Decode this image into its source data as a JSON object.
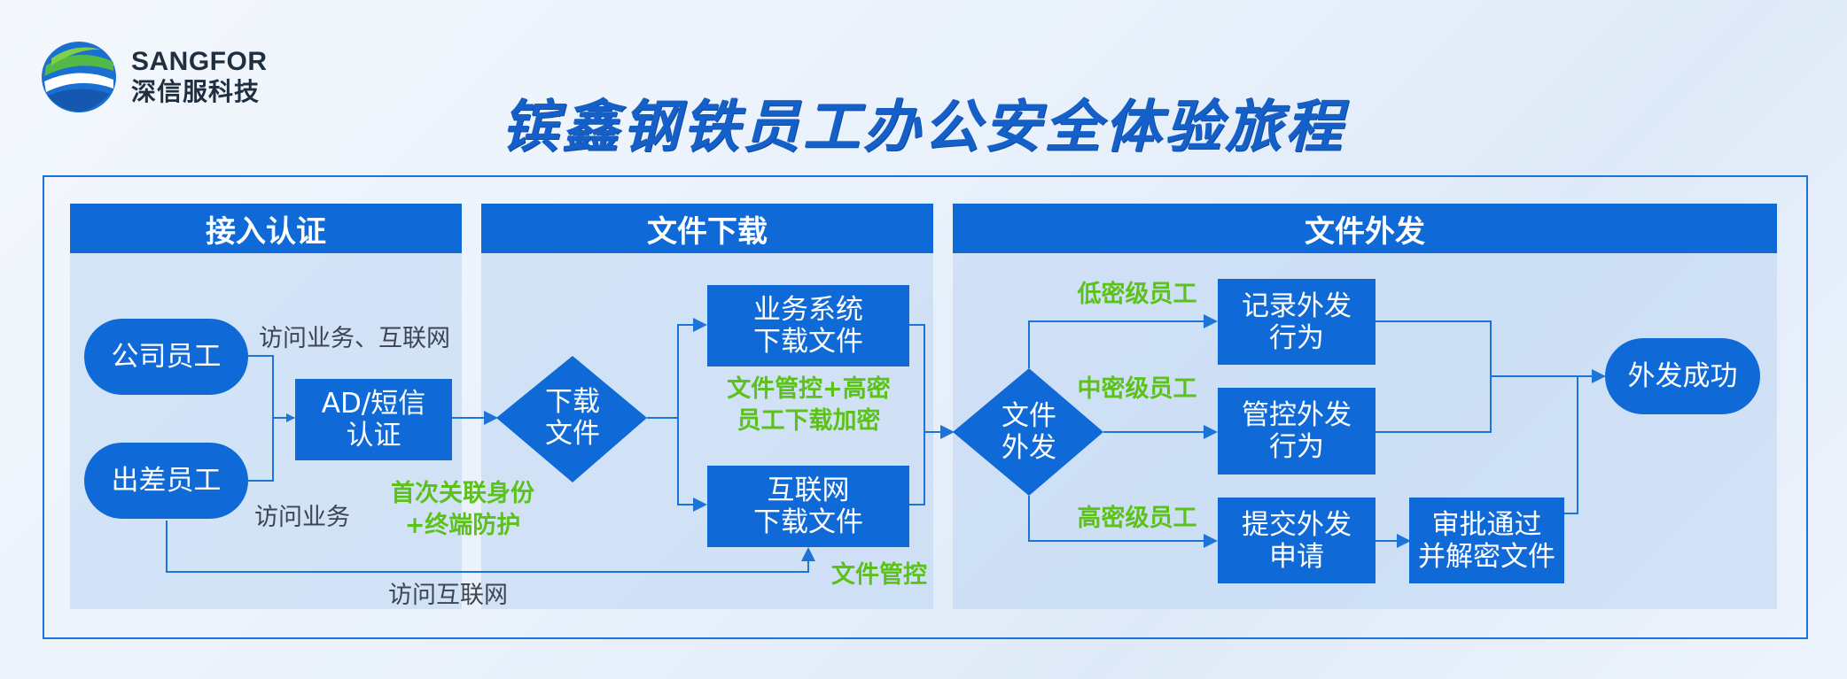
{
  "brand": {
    "name_en": "SANGFOR",
    "name_cn": "深信服科技"
  },
  "title": "镔鑫钢铁员工办公安全体验旅程",
  "sections": {
    "access": "接入认证",
    "download": "文件下载",
    "outgoing": "文件外发"
  },
  "nodes": {
    "company_staff": "公司员工",
    "travel_staff": "出差员工",
    "ad_sms": "AD/短信\n认证",
    "download_decision": "下载\n文件",
    "biz_download": "业务系统\n下载文件",
    "internet_download": "互联网\n下载文件",
    "outgoing_decision": "文件\n外发",
    "record": "记录外发\n行为",
    "control": "管控外发\n行为",
    "submit": "提交外发\n申请",
    "approve": "审批通过\n并解密文件",
    "success": "外发成功"
  },
  "labels": {
    "visit_biz_internet": "访问业务、互联网",
    "visit_biz": "访问业务",
    "visit_internet": "访问互联网",
    "bind_identity": "首次关联身份\n+终端防护",
    "file_control_encrypt": "文件管控+高密\n员工下载加密",
    "file_control": "文件管控",
    "low_secret": "低密级员工",
    "mid_secret": "中密级员工",
    "high_secret": "高密级员工"
  },
  "colors": {
    "primary": "#0f6ad8",
    "green": "#5cc21a",
    "title": "#1560c8"
  }
}
